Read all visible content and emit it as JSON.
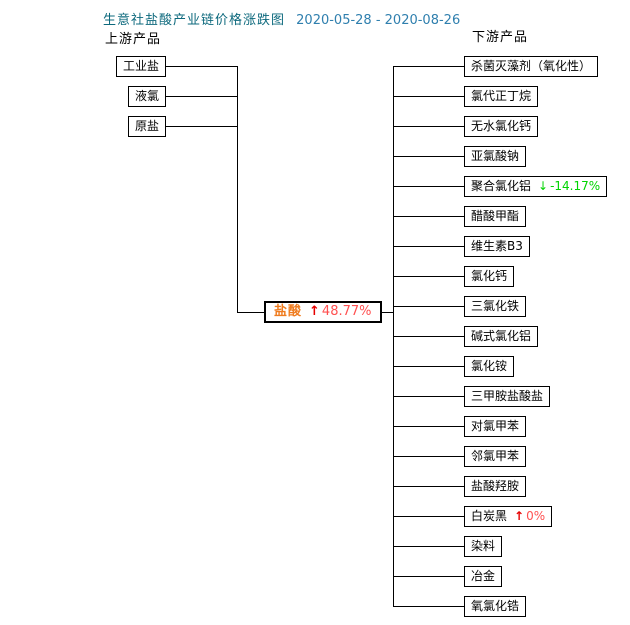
{
  "title": {
    "text": "生意社盐酸产业链价格涨跌图",
    "date_range": "2020-05-28 - 2020-08-26"
  },
  "colors": {
    "title_text": "#0d697d",
    "date_text": "#2f7fae",
    "up_arrow": "#e60000",
    "up_pct": "#ff5050",
    "down": "#00d400",
    "center_label": "#ef7c1f",
    "node_border": "#000000",
    "background": "#ffffff"
  },
  "upstream": {
    "header": "上游产品",
    "items": [
      {
        "label": "工业盐"
      },
      {
        "label": "液氯"
      },
      {
        "label": "原盐"
      }
    ]
  },
  "center": {
    "label": "盐酸",
    "arrow": "↑",
    "change": "48.77%",
    "direction": "up"
  },
  "downstream": {
    "header": "下游产品",
    "items": [
      {
        "label": "杀菌灭藻剂（氧化性）"
      },
      {
        "label": "氯代正丁烷"
      },
      {
        "label": "无水氯化钙"
      },
      {
        "label": "亚氯酸钠"
      },
      {
        "label": "聚合氯化铝",
        "arrow": "↓",
        "change": "-14.17%",
        "direction": "down"
      },
      {
        "label": "醋酸甲酯"
      },
      {
        "label": "维生素B3"
      },
      {
        "label": "氯化钙"
      },
      {
        "label": "三氯化铁"
      },
      {
        "label": "碱式氯化铝"
      },
      {
        "label": "氯化铵"
      },
      {
        "label": "三甲胺盐酸盐"
      },
      {
        "label": "对氯甲苯"
      },
      {
        "label": "邻氯甲苯"
      },
      {
        "label": "盐酸羟胺"
      },
      {
        "label": "白炭黑",
        "arrow": "↑",
        "change": "0%",
        "direction": "up"
      },
      {
        "label": "染料"
      },
      {
        "label": "冶金"
      },
      {
        "label": "氧氯化锆"
      }
    ]
  }
}
